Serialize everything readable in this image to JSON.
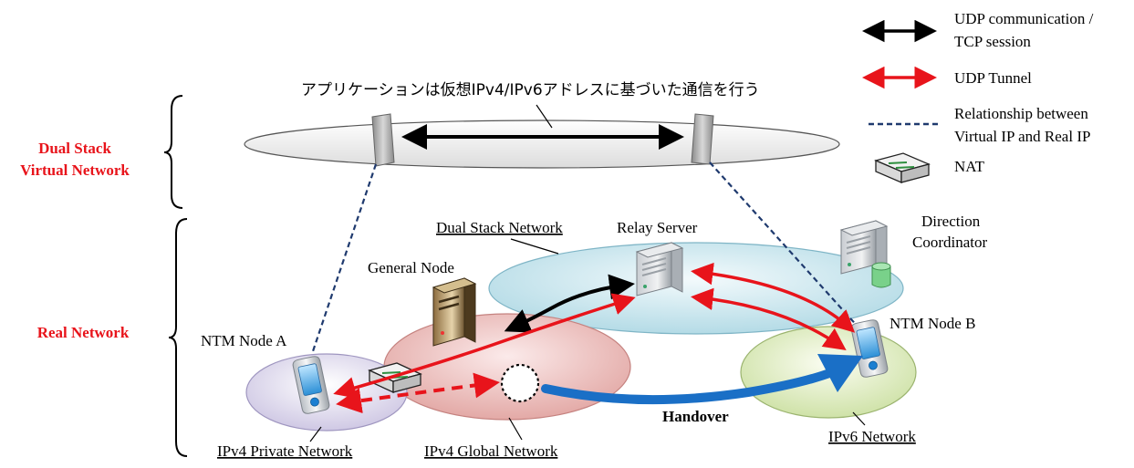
{
  "legend": {
    "udp_tcp": "UDP communication /",
    "udp_tcp_2": "TCP session",
    "udp_tunnel": "UDP Tunnel",
    "relationship": "Relationship between",
    "relationship_2": "Virtual IP and Real IP",
    "nat": "NAT"
  },
  "virtual_network": {
    "label_line1": "Dual Stack",
    "label_line2": "Virtual Network",
    "caption": "アプリケーションは仮想IPv4/IPv6アドレスに基づいた通信を行う"
  },
  "real_network": {
    "label": "Real Network",
    "dual_stack_network": "Dual Stack Network",
    "relay_server": "Relay Server",
    "direction_coordinator_1": "Direction",
    "direction_coordinator_2": "Coordinator",
    "general_node": "General Node",
    "ntm_node_a": "NTM Node A",
    "ntm_node_b": "NTM Node B",
    "ipv4_private": "IPv4 Private Network",
    "ipv4_global": "IPv4 Global Network",
    "ipv6_network": "IPv6 Network",
    "handover": "Handover"
  },
  "colors": {
    "red_label": "#e8141b",
    "tunnel": "#e8141b",
    "handover": "#1a6fc6",
    "relationship": "#1f3a6e"
  }
}
